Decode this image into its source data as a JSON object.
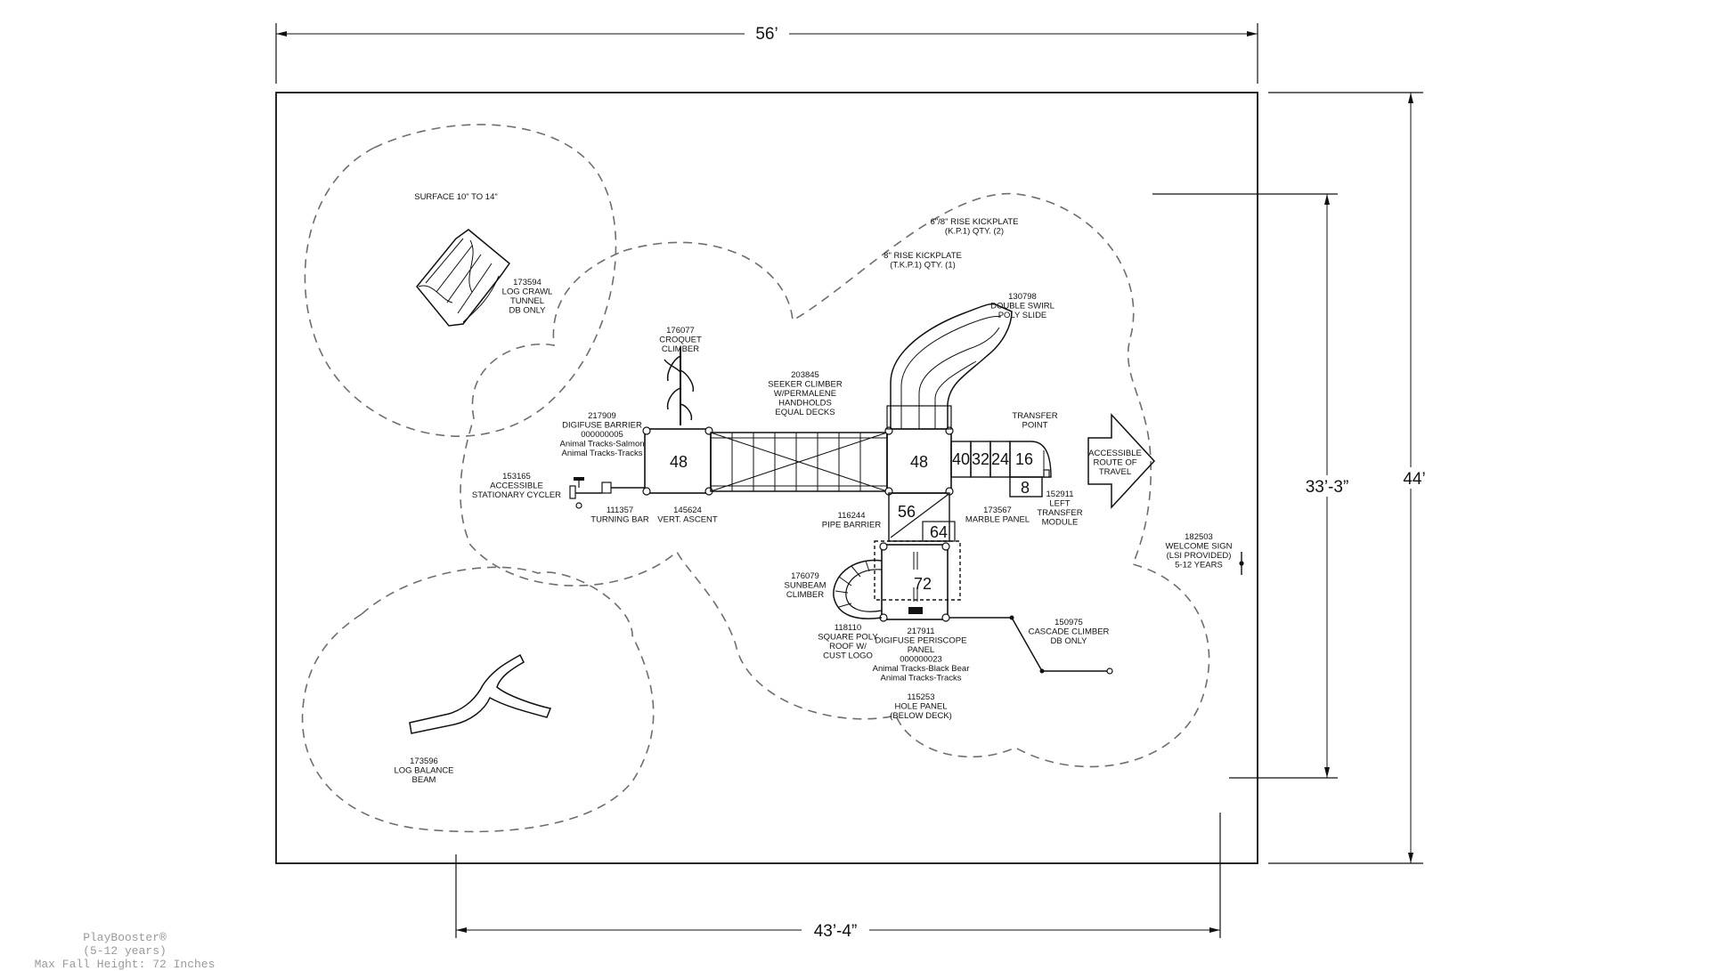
{
  "dimensions": {
    "width_top": "56’",
    "width_bottom": "43’-4”",
    "height_outer": "44’",
    "height_inner": "33’-3”"
  },
  "zones": {
    "surface_note": "SURFACE 10\" TO 14\""
  },
  "kickplates": {
    "kp": "6\"/8\" RISE KICKPLATE\n(K.P.1) QTY. (2)",
    "tkp": "8\" RISE KICKPLATE\n(T.K.P.1) QTY. (1)"
  },
  "components": {
    "log_crawl": "173594\nLOG CRAWL\nTUNNEL\nDB ONLY",
    "croquet": "176077\nCROQUET\nCLIMBER",
    "seeker": "203845\nSEEKER CLIMBER\nW/PERMALENE\nHANDHOLDS\nEQUAL DECKS",
    "digifuse_barrier": "217909\nDIGIFUSE BARRIER\n000000005\nAnimal Tracks-Salmon\nAnimal Tracks-Tracks",
    "cycler": "153165\nACCESSIBLE\nSTATIONARY CYCLER",
    "turning_bar": "111357\nTURNING BAR",
    "vert_ascent": "145624\nVERT. ASCENT",
    "swirl_slide": "130798\nDOUBLE SWIRL\nPOLY SLIDE",
    "transfer_point": "TRANSFER\nPOINT",
    "route": "ACCESSIBLE\nROUTE OF\nTRAVEL",
    "pipe_barrier": "116244\nPIPE BARRIER",
    "marble_panel": "173567\nMARBLE PANEL",
    "left_transfer": "152911\nLEFT\nTRANSFER\nMODULE",
    "welcome_sign": "182503\nWELCOME SIGN\n(LSI PROVIDED)\n5-12 YEARS",
    "sunbeam": "176079\nSUNBEAM\nCLIMBER",
    "square_roof": "118110\nSQUARE POLY\nROOF W/\nCUST LOGO",
    "periscope": "217911\nDIGIFUSE PERISCOPE\nPANEL\n000000023\nAnimal Tracks-Black Bear\nAnimal Tracks-Tracks",
    "cascade": "150975\nCASCADE CLIMBER\nDB ONLY",
    "hole_panel": "115253\nHOLE PANEL\n(BELOW DECK)",
    "balance_beam": "173596\nLOG BALANCE\nBEAM"
  },
  "decks": {
    "left": "48",
    "right": "48",
    "d40": "40",
    "d32": "32",
    "d24": "24",
    "d16": "16",
    "d8": "8",
    "d56": "56",
    "d64": "64",
    "d72": "72"
  },
  "footer": {
    "line1": "PlayBooster®",
    "line2": "(5-12 years)",
    "line3": "Max Fall Height: 72 Inches"
  }
}
